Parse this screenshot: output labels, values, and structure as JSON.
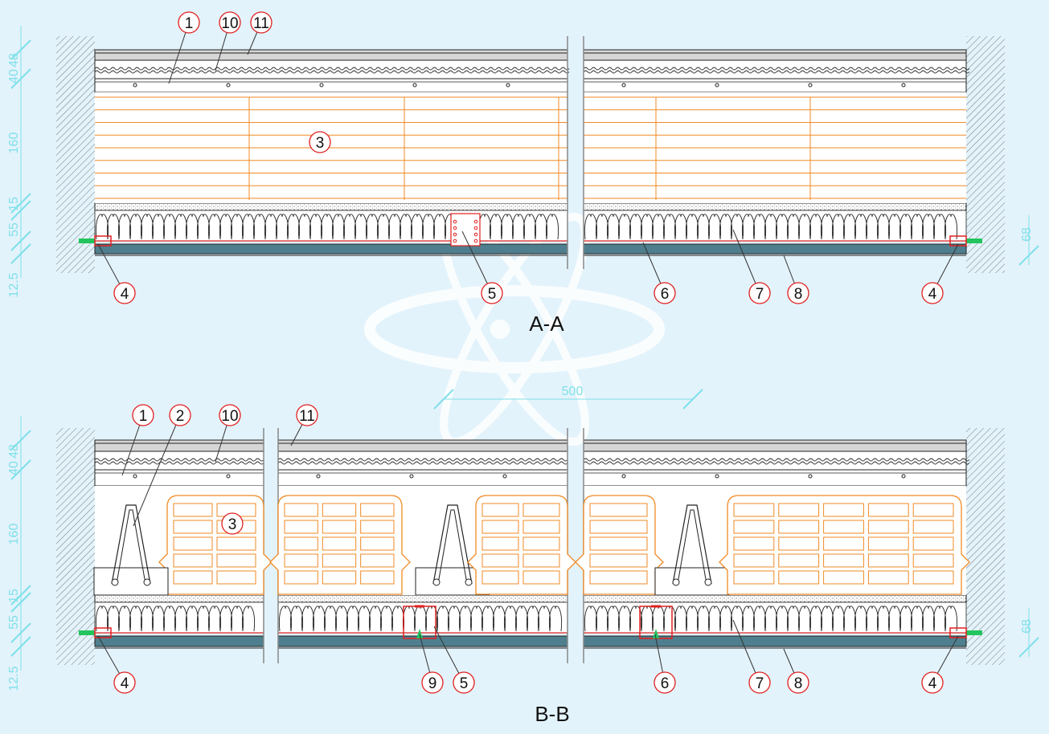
{
  "colors": {
    "background": "#e3f3fb",
    "callout": "#e02020",
    "timber": "#f08a24",
    "dimension": "#7fe0ea",
    "board": "#4f7f8f",
    "anchor": "#22c55e",
    "line": "#222222"
  },
  "sections": [
    {
      "title": "A-A"
    },
    {
      "title": "B-B"
    }
  ],
  "dimensions": {
    "layers": [
      "40",
      "48",
      "160",
      "15",
      "55",
      "12.5"
    ],
    "side": "68",
    "span": "500"
  },
  "callouts_a": [
    "1",
    "10",
    "11",
    "3",
    "4",
    "5",
    "6",
    "7",
    "8",
    "4"
  ],
  "callouts_b": [
    "1",
    "2",
    "10",
    "11",
    "3",
    "4",
    "9",
    "5",
    "6",
    "7",
    "8",
    "4"
  ]
}
